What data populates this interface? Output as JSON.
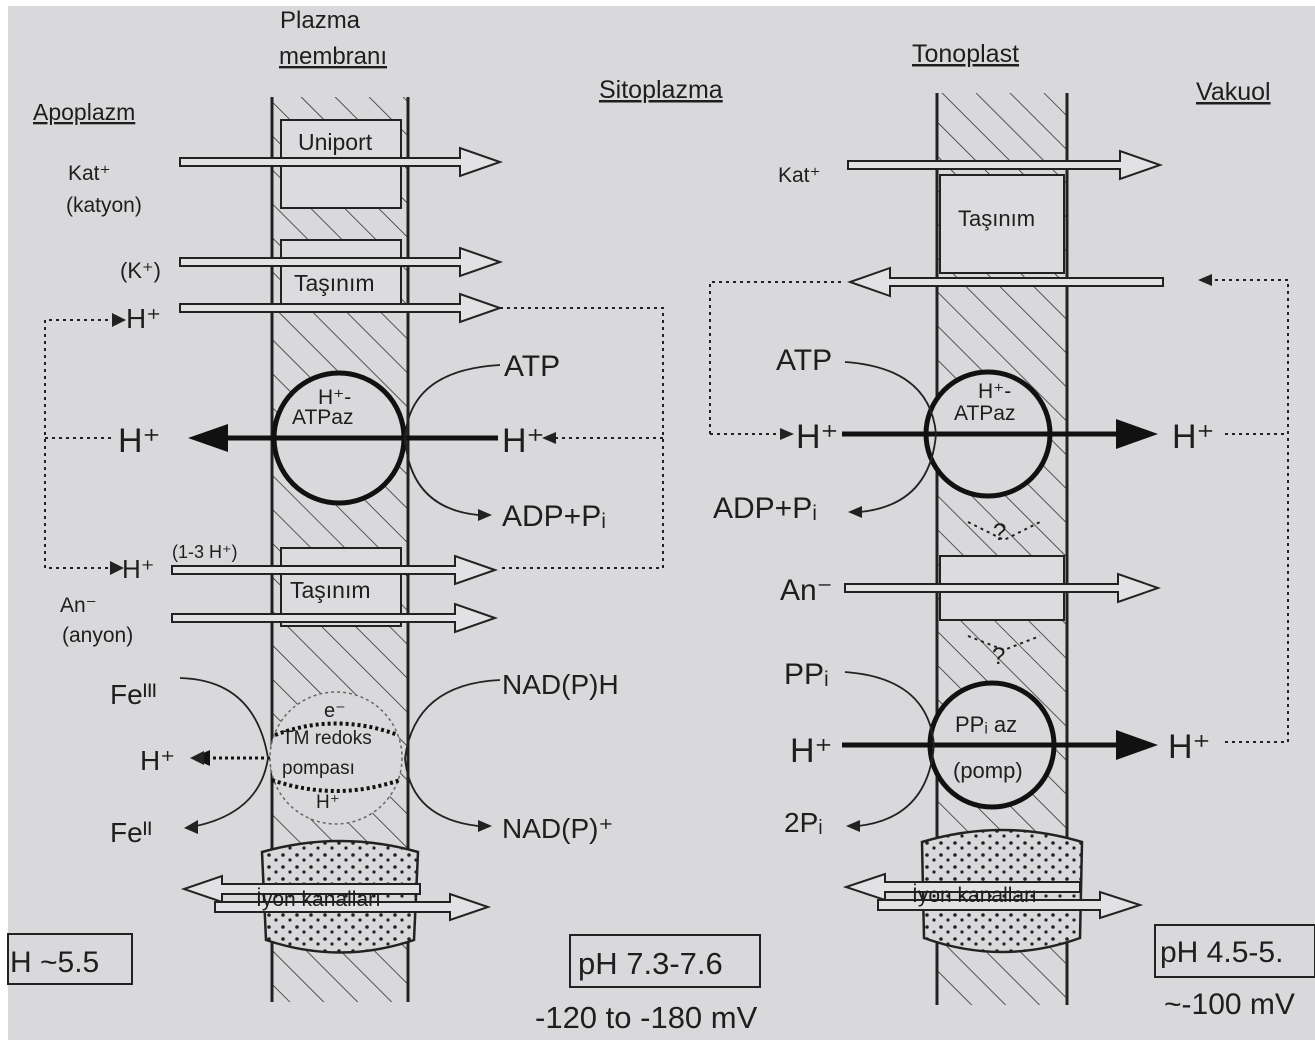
{
  "headers": {
    "plasma_line1": "Plazma",
    "plasma_line2": "membranı",
    "apoplast": "Apoplazm",
    "cytoplasm": "Sitoplazma",
    "tonoplast": "Tonoplast",
    "vacuole": "Vakuol"
  },
  "left_membrane": {
    "uniport": "Uniport",
    "transport_top": "Taşınım",
    "transport_mid": "Taşınım",
    "atpase_line1": "H⁺-",
    "atpase_line2": "ATPaz",
    "redox_line1": "e⁻",
    "redox_line2": "TM redoks",
    "redox_line3": "pompası",
    "redox_line4": "H⁺",
    "channels": "İyon kanalları"
  },
  "apoplast_side": {
    "cation": "Kat⁺",
    "cation_note": "(katyon)",
    "potassium": "(K⁺)",
    "h_top": "H⁺",
    "h_main": "H⁺",
    "h_symport": "H⁺",
    "h_symport_note": "(1-3 H⁺)",
    "anion": "An⁻",
    "anion_note": "(anyon)",
    "fe3": "Feᴵᴵᴵ",
    "h_redox": "H⁺",
    "fe2": "Feᴵᴵ",
    "ph": "H ~5.5"
  },
  "cytoplasm_side": {
    "atp": "ATP",
    "h_in": "H⁺",
    "adp": "ADP+Pᵢ",
    "nadph": "NAD(P)H",
    "nadp": "NAD(P)⁺",
    "ph": "pH 7.3-7.6",
    "potential": "-120 to -180 mV"
  },
  "tonoplast_side": {
    "cation": "Kat⁺",
    "transport": "Taşınım",
    "atp": "ATP",
    "h_left": "H⁺",
    "atpase_line1": "H⁺-",
    "atpase_line2": "ATPaz",
    "adp": "ADP+Pᵢ",
    "question_top": "?",
    "anion": "An⁻",
    "question_bottom": "?",
    "ppi": "PPᵢ",
    "h_ppase_left": "H⁺",
    "ppase_line1": "PPᵢ az",
    "ppase_line2": "(pomp)",
    "two_pi": "2Pᵢ",
    "channels": "İyon kanalları"
  },
  "vacuole_side": {
    "h_top": "H⁺",
    "h_bottom": "H⁺",
    "ph": "pH 4.5-5.",
    "potential": "~-100 mV"
  }
}
